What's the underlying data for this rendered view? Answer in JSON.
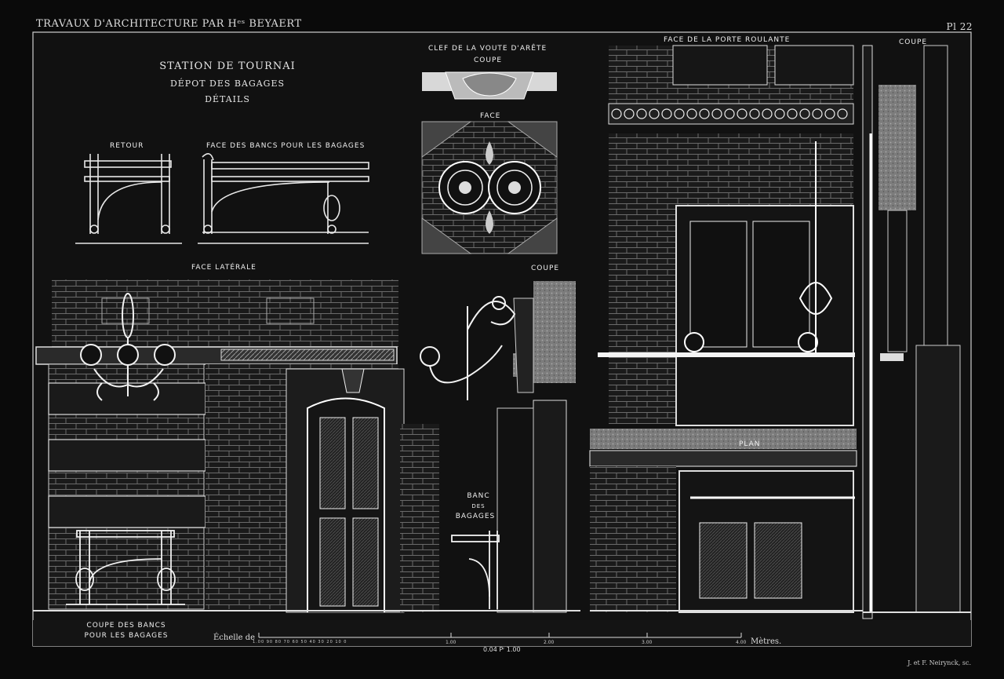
{
  "header": {
    "left": "TRAVAUX D'ARCHITECTURE PAR Hᵉˢ BEYAERT",
    "plate": "Pl 22"
  },
  "title_block": {
    "line1": "STATION DE TOURNAI",
    "line2": "DÉPOT DES BAGAGES",
    "line3": "DÉTAILS"
  },
  "labels": {
    "retour": "RETOUR",
    "face_bancs": "FACE DES BANCS POUR LES BAGAGES",
    "clef_voute": "CLEF DE LA VOUTE D'ARÊTE",
    "coupe_top": "COUPE",
    "face_clef": "FACE",
    "face_porte": "FACE DE LA PORTE ROULANTE",
    "coupe_right": "COUPE",
    "face_laterale": "FACE LATÉRALE",
    "coupe_mid": "COUPE",
    "plan": "PLAN",
    "banc_line1": "BANC",
    "banc_line2": "DES",
    "banc_line3": "BAGAGES",
    "coupe_bancs_line1": "COUPE DES BANCS",
    "coupe_bancs_line2": "POUR LES BAGAGES"
  },
  "scale": {
    "prefix": "Échelle de",
    "small_ticks": "1.00 90 80 70 60 50 40 30 20 10 0",
    "t1": "1.00",
    "t2": "2.00",
    "t3": "3.00",
    "t4": "4.00",
    "unit": "Mètres.",
    "ratio": "0.04 Pʳ 1.00"
  },
  "engraver": "J. et F. Neirynck, sc."
}
